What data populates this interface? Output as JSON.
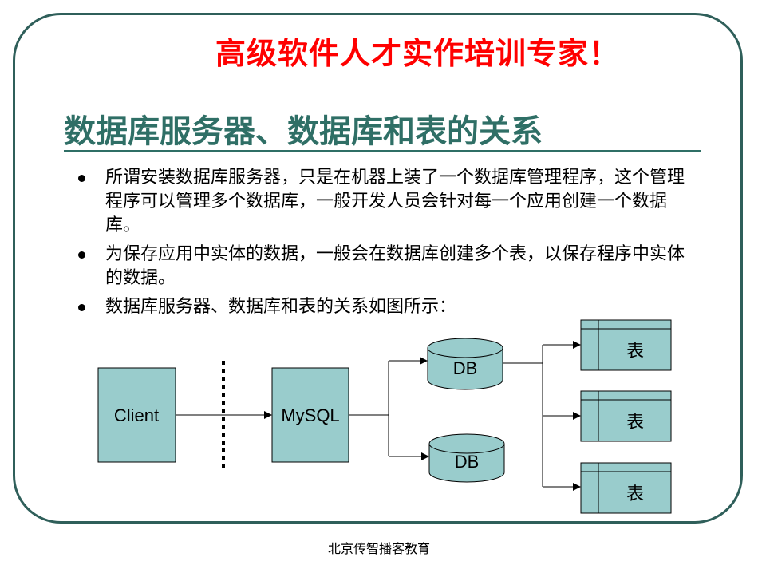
{
  "slogan": "高级软件人才实作培训专家！",
  "title": "数据库服务器、数据库和表的关系",
  "bullets": [
    "所谓安装数据库服务器，只是在机器上装了一个数据库管理程序，这个管理程序可以管理多个数据库，一般开发人员会针对每一个应用创建一个数据库。",
    "为保存应用中实体的数据，一般会在数据库创建多个表，以保存程序中实体的数据。",
    "数据库服务器、数据库和表的关系如图所示："
  ],
  "diagram": {
    "client_label": "Client",
    "server_label": "MySQL",
    "db_labels": [
      "DB",
      "DB"
    ],
    "table_labels": [
      "表",
      "表",
      "表"
    ],
    "box_fill": "#99cccc",
    "line_color": "#000000"
  },
  "footer": "北京传智播客教育"
}
